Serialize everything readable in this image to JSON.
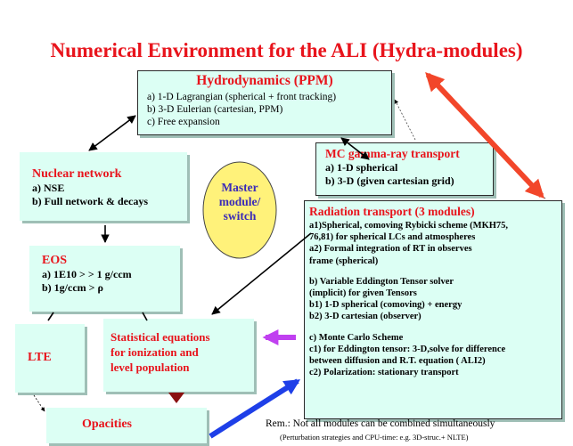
{
  "title": "Numerical Environment for the ALI  (Hydra-modules)",
  "hydro": {
    "title": "Hydrodynamics (PPM)",
    "lines": [
      "a) 1-D Lagrangian (spherical + front tracking)",
      "b) 3-D Eulerian (cartesian, PPM)",
      "c) Free expansion"
    ]
  },
  "nuclear": {
    "title": "Nuclear network",
    "lines": [
      "a) NSE",
      "b) Full network  & decays"
    ]
  },
  "eos": {
    "title": "EOS",
    "lines": [
      "a) 1E10 >    > 1 g/ccm",
      "b) 1g/ccm > ρ"
    ]
  },
  "lte": {
    "title": "LTE"
  },
  "stat": {
    "lines": [
      "Statistical equations",
      "for ionization and",
      "level population"
    ]
  },
  "opacities": {
    "title": "Opacities"
  },
  "mc": {
    "title": "MC gamma-ray transport",
    "lines": [
      "a) 1-D spherical",
      "b) 3-D (given cartesian grid)"
    ]
  },
  "rad": {
    "title": "Radiation transport (3 modules)",
    "lines": [
      "a1)Spherical, comoving Rybicki scheme (MKH75,",
      "      76,81) for spherical LCs and atmospheres",
      "a2) Formal integration of RT in observes",
      "      frame  (spherical)",
      "",
      "b) Variable Eddington Tensor solver",
      "    (implicit) for given Tensors",
      " b1) 1-D spherical (comoving) + energy",
      " b2) 3-D cartesian (observer)",
      "",
      "c) Monte Carlo Scheme",
      " c1) for Eddington tensor: 3-D,solve for difference",
      "      between diffusion  and R.T. equation ( ALI2)",
      " c2) Polarization: stationary transport"
    ]
  },
  "master": {
    "lines": [
      "Master",
      "module/",
      "switch"
    ]
  },
  "remark": {
    "main": "Rem.: Not all modules can be combined simultaneously",
    "sub": "(Perturbation strategies and CPU-time: e.g. 3D-struc.+ NLTE)"
  },
  "colors": {
    "box_fill": "#dcfff4",
    "title_red": "#e8141c",
    "master_fill": "#fff27a",
    "master_text": "#3b2bb8",
    "arrow_red": "#f2462a",
    "arrow_blue": "#1e3fe8",
    "arrow_magenta": "#c040f0",
    "arrow_darkred": "#8a1010"
  }
}
